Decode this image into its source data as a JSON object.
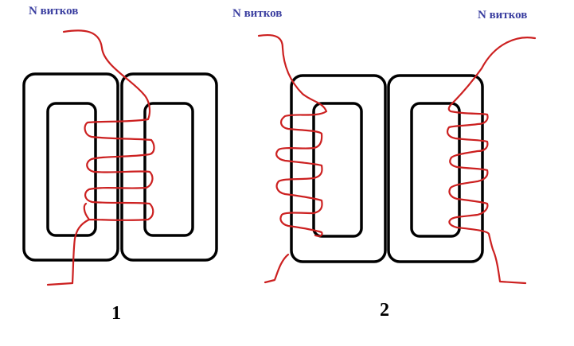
{
  "labels": {
    "turns_1": "N витков",
    "turns_2a": "N витков",
    "turns_2b": "N витков"
  },
  "figure_numbers": {
    "first": "1",
    "second": "2"
  },
  "colors": {
    "core": "#000000",
    "wire": "#cc2020",
    "label": "#3b3fa0"
  }
}
